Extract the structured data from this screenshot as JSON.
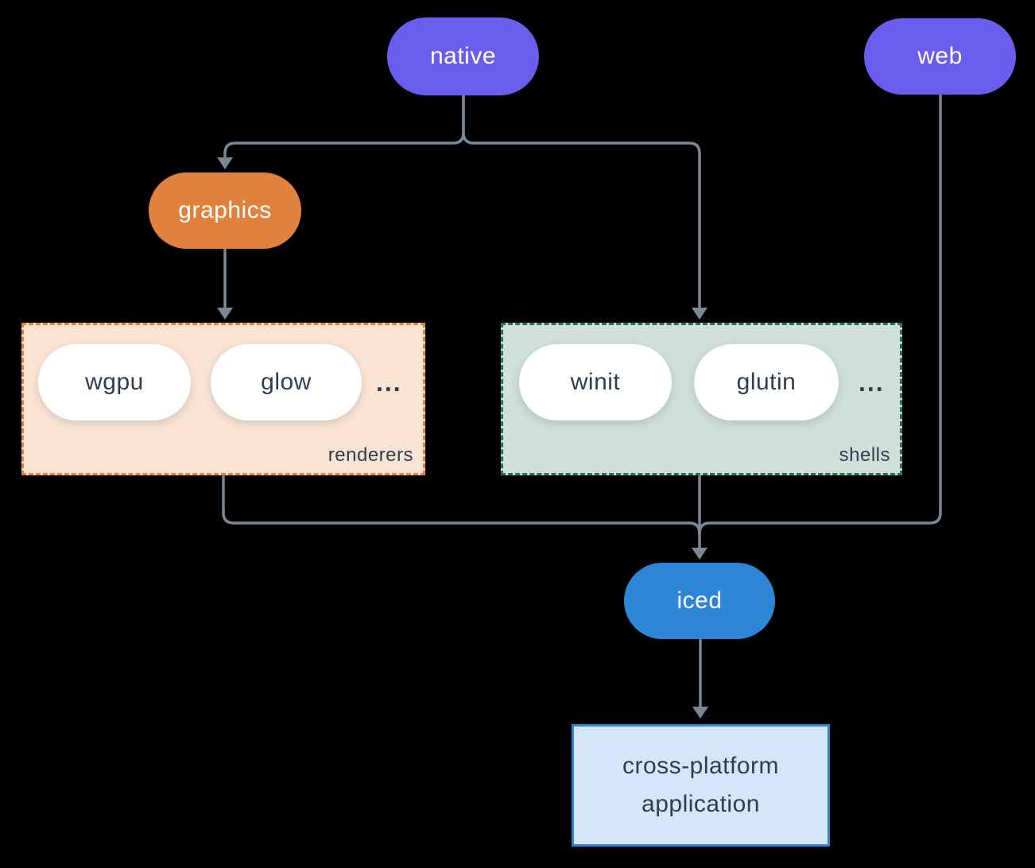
{
  "colors": {
    "background": "#000000",
    "purple": "#6a5cec",
    "orange": "#e0813d",
    "blue": "#2d86d8",
    "line": "#7a8796",
    "dark-text": "#2f3e4f",
    "white": "#ffffff",
    "renderers-fill": "#f9e3d3",
    "renderers-border": "#e0823e",
    "shells-fill": "#cfdfd9",
    "shells-border": "#276f62",
    "app-fill": "#d5e6f8",
    "app-border": "#2e86d6"
  },
  "nodes": {
    "native": {
      "label": "native"
    },
    "web": {
      "label": "web"
    },
    "graphics": {
      "label": "graphics"
    },
    "iced": {
      "label": "iced"
    },
    "application": {
      "line1": "cross-platform",
      "line2": "application"
    }
  },
  "groups": {
    "renderers": {
      "label": "renderers",
      "items": [
        "wgpu",
        "glow"
      ],
      "ellipsis": "..."
    },
    "shells": {
      "label": "shells",
      "items": [
        "winit",
        "glutin"
      ],
      "ellipsis": "..."
    }
  }
}
